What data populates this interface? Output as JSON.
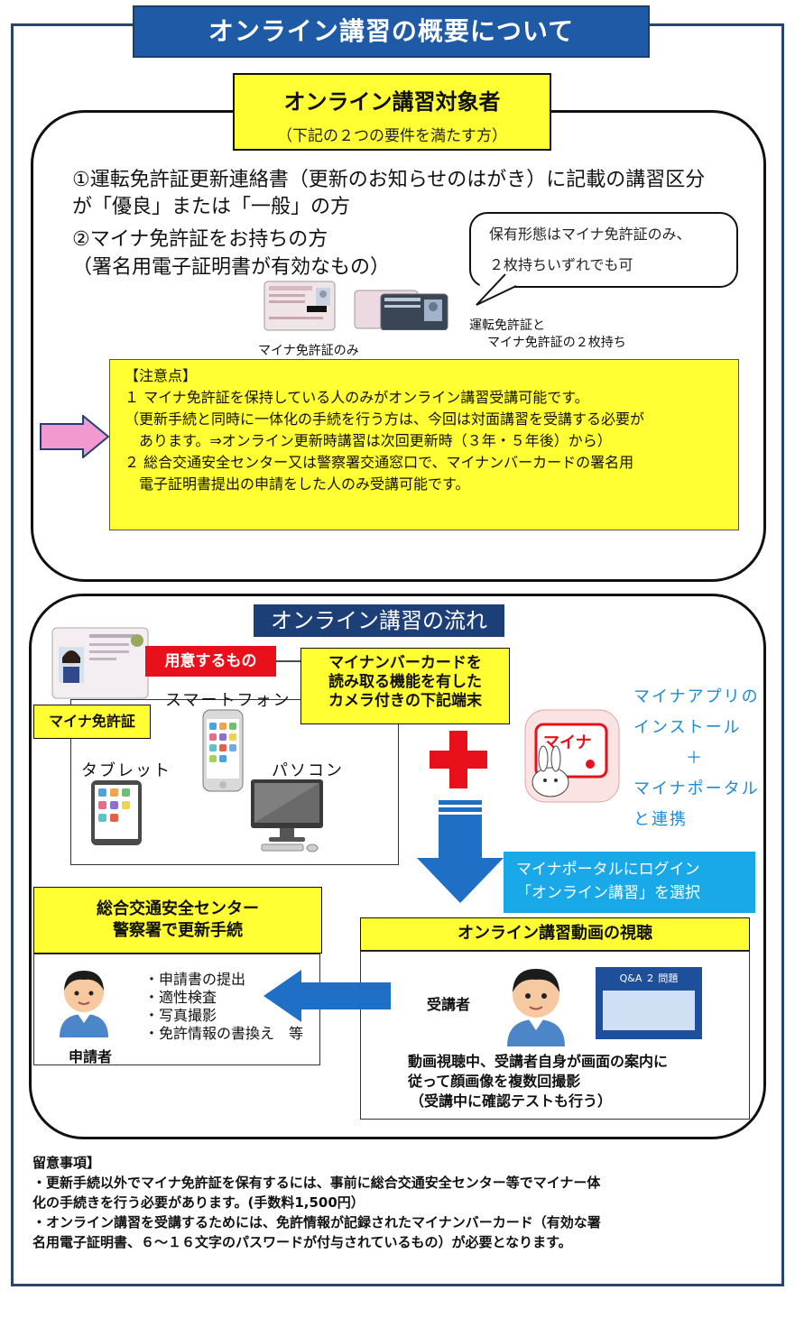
{
  "title": "オンライン講習の概要について",
  "target": {
    "heading": "オンライン講習対象者",
    "subheading": "（下記の２つの要件を満たす方）",
    "req1_line1": "①運転免許証更新連絡書（更新のお知らせのはがき）に記載の講習区分",
    "req1_line2": "が「優良」または「一般」の方",
    "req2_line1": "②マイナ免許証をお持ちの方",
    "req2_line2": "（署名用電子証明書が有効なもの）",
    "bubble_line1": "保有形態はマイナ免許証のみ、",
    "bubble_line2": "２枚持ちいずれでも可",
    "caption_mynaonly": "マイナ免許証のみ",
    "caption_two_line1": "運転免許証と",
    "caption_two_line2": "マイナ免許証の２枚持ち"
  },
  "notes": {
    "header": "【注意点】",
    "lines": [
      "１ マイナ免許証を保持している人のみがオンライン講習受講可能です。",
      "（更新手続と同時に一体化の手続を行う方は、今回は対面講習を受講する必要が",
      "　あります。⇒オンライン更新時講習は次回更新時（３年・５年後）から）",
      "２ 総合交通安全センター又は警察署交通窓口で、マイナンバーカードの署名用",
      "　電子証明書提出の申請をした人のみ受講可能です。"
    ]
  },
  "flow": {
    "title": "オンライン講習の流れ",
    "prepare_label": "用意するもの",
    "device_box_line1": "マイナンバーカードを",
    "device_box_line2": "読み取る機能を有した",
    "device_box_line3": "カメラ付きの下記端末",
    "myna_license": "マイナ免許証",
    "smartphone": "スマートフォン",
    "tablet": "タブレット",
    "pc": "パソコン",
    "app_line1": "マイナアプリの",
    "app_line2": "インストール",
    "app_line3": "＋",
    "app_line4": "マイナポータル",
    "app_line5": "と連携",
    "app_icon_text": "マイナ",
    "portal_line1": "マイナポータルにログイン",
    "portal_line2": "「オンライン講習」を選択",
    "center_line1": "総合交通安全センター",
    "center_line2": "警察署で更新手続",
    "video_heading": "オンライン講習動画の視聴",
    "steps": [
      "・申請書の提出",
      "・適性検査",
      "・写真撮影",
      "・免許情報の書換え　等"
    ],
    "applicant": "申請者",
    "student": "受講者",
    "quiz_title": "Q&A ２ 問題",
    "video_line1": "動画視聴中、受講者自身が画面の案内に",
    "video_line2": "従って顔画像を複数回撮影",
    "video_line3": "（受講中に確認テストも行う）"
  },
  "footer": {
    "header": "留意事項】",
    "lines": [
      "・更新手続以外でマイナ免許証を保有するには、事前に総合交通安全センター等でマイナー体",
      "化の手続きを行う必要があります。(手数料1,500円）",
      "・オンライン講習を受講するためには、免許情報が記録されたマイナンバーカード（有効な署",
      "名用電子証明書、６～１６文字のパスワードが付与されているもの）が必要となります。"
    ]
  },
  "colors": {
    "frame": "#27456f",
    "title_bg": "#1f5aa6",
    "yellow": "#ffff33",
    "red": "#e8111b",
    "arrow_blue": "#1f6fc6",
    "pink": "#f29ad0",
    "cyan": "#1aa9e8"
  }
}
